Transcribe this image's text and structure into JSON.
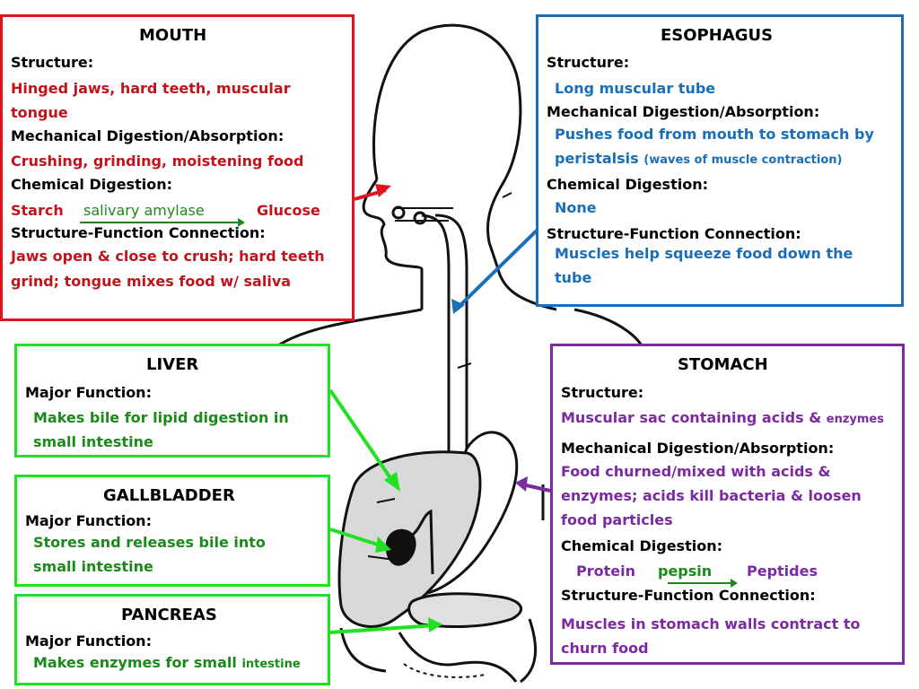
{
  "colors": {
    "mouth": "#e0141c",
    "esophagus": "#1a6fb8",
    "liver": "#22e022",
    "stomach": "#7b2aa0",
    "red_text": "#c0141c",
    "blue_text": "#1a6fb8",
    "green_text": "#1b8a1b",
    "purple_text": "#7b2aa0"
  },
  "mouth": {
    "title": "MOUTH",
    "structure_label": "Structure:",
    "structure_l1": "Hinged jaws, hard teeth, muscular",
    "structure_l2": "tongue",
    "mech_label": "Mechanical Digestion/Absorption:",
    "mech_text": "Crushing, grinding, moistening food",
    "chem_label": "Chemical Digestion:",
    "chem_from": "Starch",
    "chem_enzyme": "salivary amylase",
    "chem_to": "Glucose",
    "sfc_label": "Structure-Function Connection:",
    "sfc_l1": "Jaws open & close to crush; hard teeth",
    "sfc_l2": "grind; tongue mixes food w/ saliva"
  },
  "esophagus": {
    "title": "ESOPHAGUS",
    "structure_label": "Structure:",
    "structure_text": "Long muscular tube",
    "mech_label": "Mechanical Digestion/Absorption:",
    "mech_l1": "Pushes food from mouth to stomach by",
    "mech_l2": "peristalsis",
    "mech_l2_small": "(waves of muscle contraction)",
    "chem_label": "Chemical Digestion:",
    "chem_text": "None",
    "sfc_label": "Structure-Function Connection:",
    "sfc_l1": "Muscles help squeeze food down the",
    "sfc_l2": "tube"
  },
  "liver": {
    "title": "LIVER",
    "label": "Major Function:",
    "l1": "Makes bile for lipid digestion in",
    "l2": "small intestine"
  },
  "gallbladder": {
    "title": "GALLBLADDER",
    "label": "Major Function:",
    "l1": "Stores and releases bile into",
    "l2": "small intestine"
  },
  "pancreas": {
    "title": "PANCREAS",
    "label": "Major Function:",
    "l1": "Makes enzymes for small",
    "l1_small": "intestine"
  },
  "stomach": {
    "title": "STOMACH",
    "structure_label": "Structure:",
    "structure_text": "Muscular sac containing acids &",
    "structure_small": "enzymes",
    "mech_label": "Mechanical Digestion/Absorption:",
    "mech_l1": "Food churned/mixed with acids &",
    "mech_l2": "enzymes; acids kill bacteria & loosen",
    "mech_l3": "food particles",
    "chem_label": "Chemical Digestion:",
    "chem_from": "Protein",
    "chem_enzyme": "pepsin",
    "chem_to": "Peptides",
    "sfc_label": "Structure-Function Connection:",
    "sfc_l1": "Muscles in stomach walls contract to",
    "sfc_l2": "churn food"
  }
}
